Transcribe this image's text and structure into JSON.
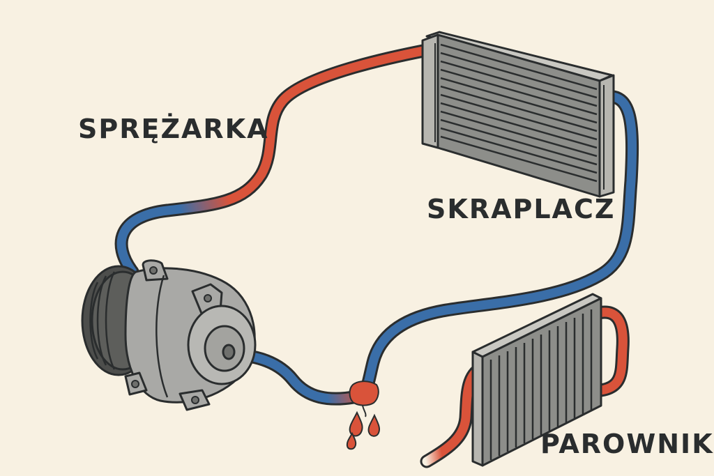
{
  "labels": {
    "compressor": "SPRĘŻARKA",
    "condenser": "SKRAPLACZ",
    "evaporator": "PAROWNIK"
  },
  "colors": {
    "background": "#f8f1e2",
    "hot_line": "#d9533a",
    "cold_line": "#3a6ea8",
    "outline": "#2a2d2e",
    "metal": "#a9a9a6",
    "metal_dark": "#6f706d",
    "leak_drops": "#d9533a"
  },
  "icons": {
    "compressor": "compressor-icon",
    "condenser": "condenser-icon",
    "evaporator": "evaporator-icon",
    "leak": "leak-drops-icon"
  }
}
